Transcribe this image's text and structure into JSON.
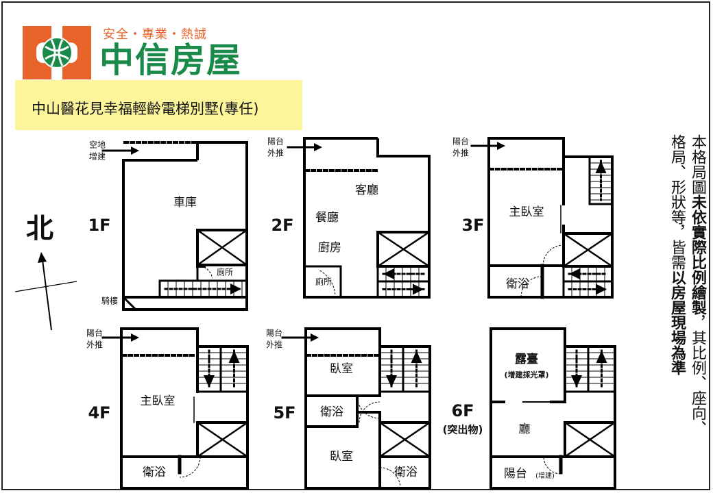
{
  "brand": {
    "slogan": "安全・專業・熱誠",
    "name": "中信房屋",
    "colors": {
      "orange": "#e8632a",
      "green": "#1a8a4a",
      "title_bg": "#fdf59a"
    }
  },
  "listing_title": "中山醫花見幸福輕齡電梯別墅(專任)",
  "compass": {
    "north": "北"
  },
  "note": {
    "part1": "本格局圖",
    "part2": "未依實際比例繪製",
    "part3": "，其比例、座向、格局、形狀等，皆需",
    "part4": "以房屋現場為準"
  },
  "floors": {
    "f1": {
      "label": "1F",
      "garage": "車庫",
      "toilet": "廁所",
      "arcade": "騎樓",
      "ext1": "空地",
      "ext2": "增建"
    },
    "f2": {
      "label": "2F",
      "balcony1": "陽台",
      "balcony2": "外推",
      "living": "客廳",
      "dining": "餐廳",
      "kitchen": "廚房",
      "toilet": "廁所"
    },
    "f3": {
      "label": "3F",
      "balcony1": "陽台",
      "balcony2": "外推",
      "master": "主臥室",
      "bath": "衛浴"
    },
    "f4": {
      "label": "4F",
      "balcony1": "陽台",
      "balcony2": "外推",
      "master": "主臥室",
      "bath": "衛浴"
    },
    "f5": {
      "label": "5F",
      "balcony1": "陽台",
      "balcony2": "外推",
      "bedroom1": "臥室",
      "bath1": "衛浴",
      "bedroom2": "臥室",
      "bath2": "衛浴"
    },
    "f6": {
      "label": "6F",
      "sublabel": "(突出物)",
      "terrace": "露臺",
      "terrace_note": "(增建採光罩)",
      "hall": "廳",
      "balcony": "陽台",
      "balcony_note": "(增建)"
    }
  }
}
